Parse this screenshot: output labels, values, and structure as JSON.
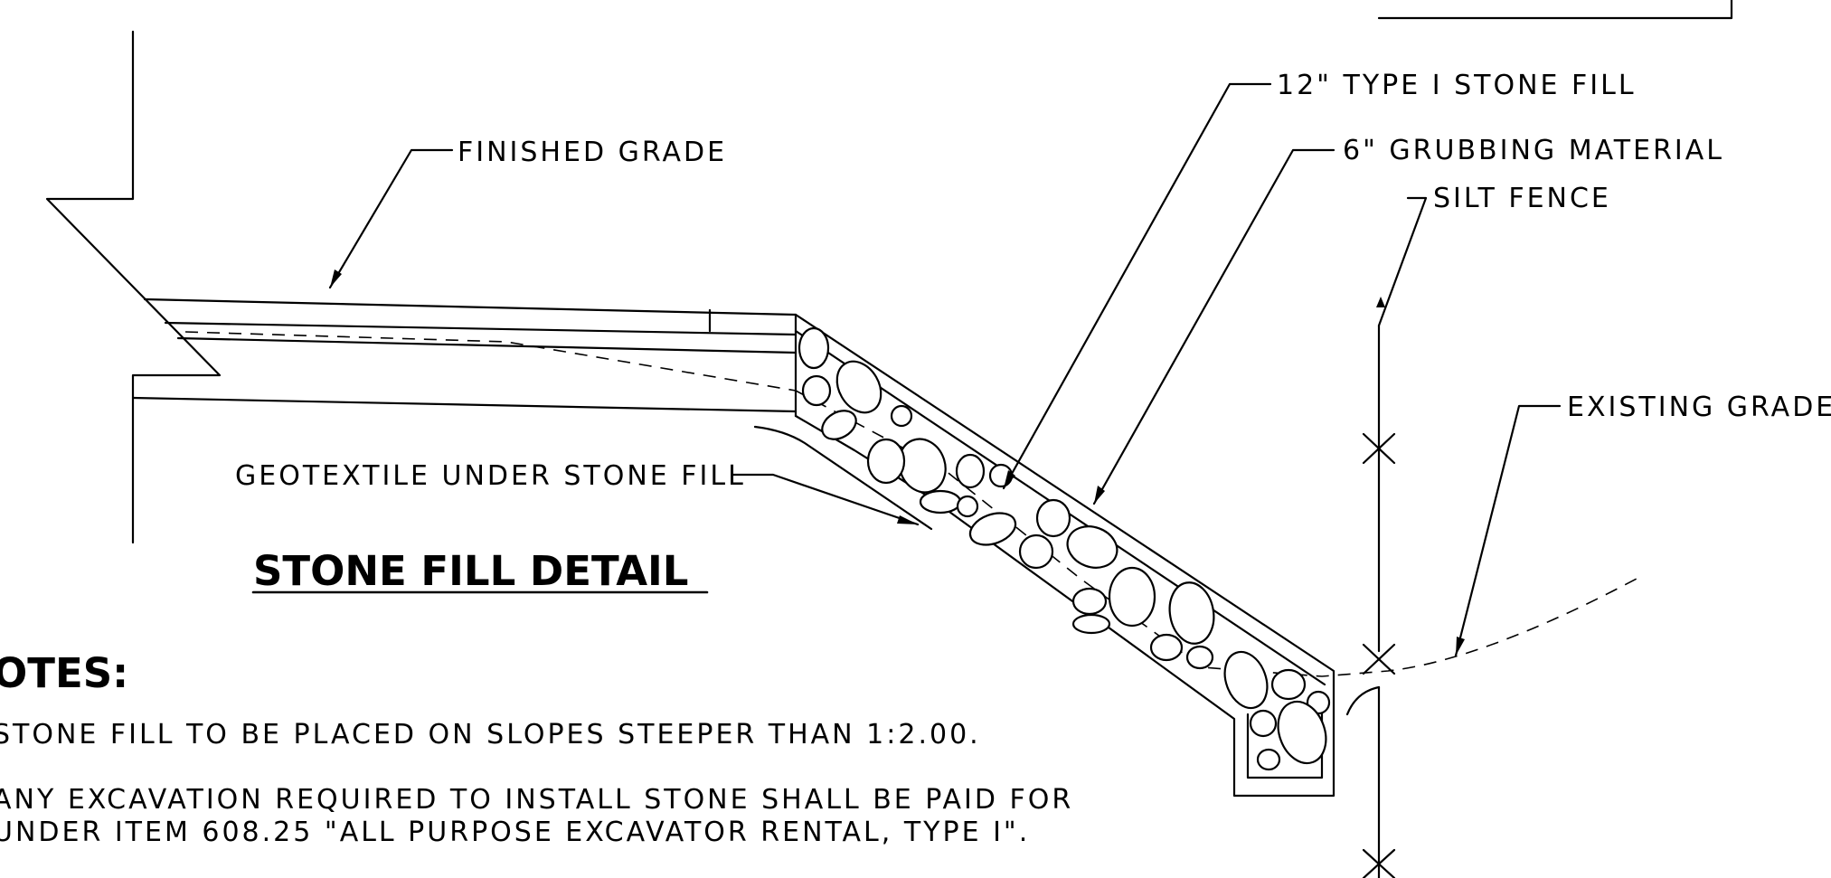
{
  "labels": {
    "stone_fill": "12\" TYPE I STONE FILL",
    "grubbing": "6\" GRUBBING MATERIAL",
    "silt_fence": "SILT FENCE",
    "finished_grade": "FINISHED GRADE",
    "existing_grade": "EXISTING GRADE",
    "geotextile": "GEOTEXTILE UNDER STONE FILL"
  },
  "title": "STONE FILL DETAIL",
  "notes": {
    "heading": "OTES:",
    "items": [
      "STONE FILL TO BE PLACED ON SLOPES STEEPER THAN 1:2.00.",
      "ANY EXCAVATION REQUIRED TO INSTALL STONE SHALL BE PAID FOR",
      "UNDER ITEM 608.25 \"ALL PURPOSE EXCAVATOR RENTAL, TYPE I\"."
    ]
  }
}
